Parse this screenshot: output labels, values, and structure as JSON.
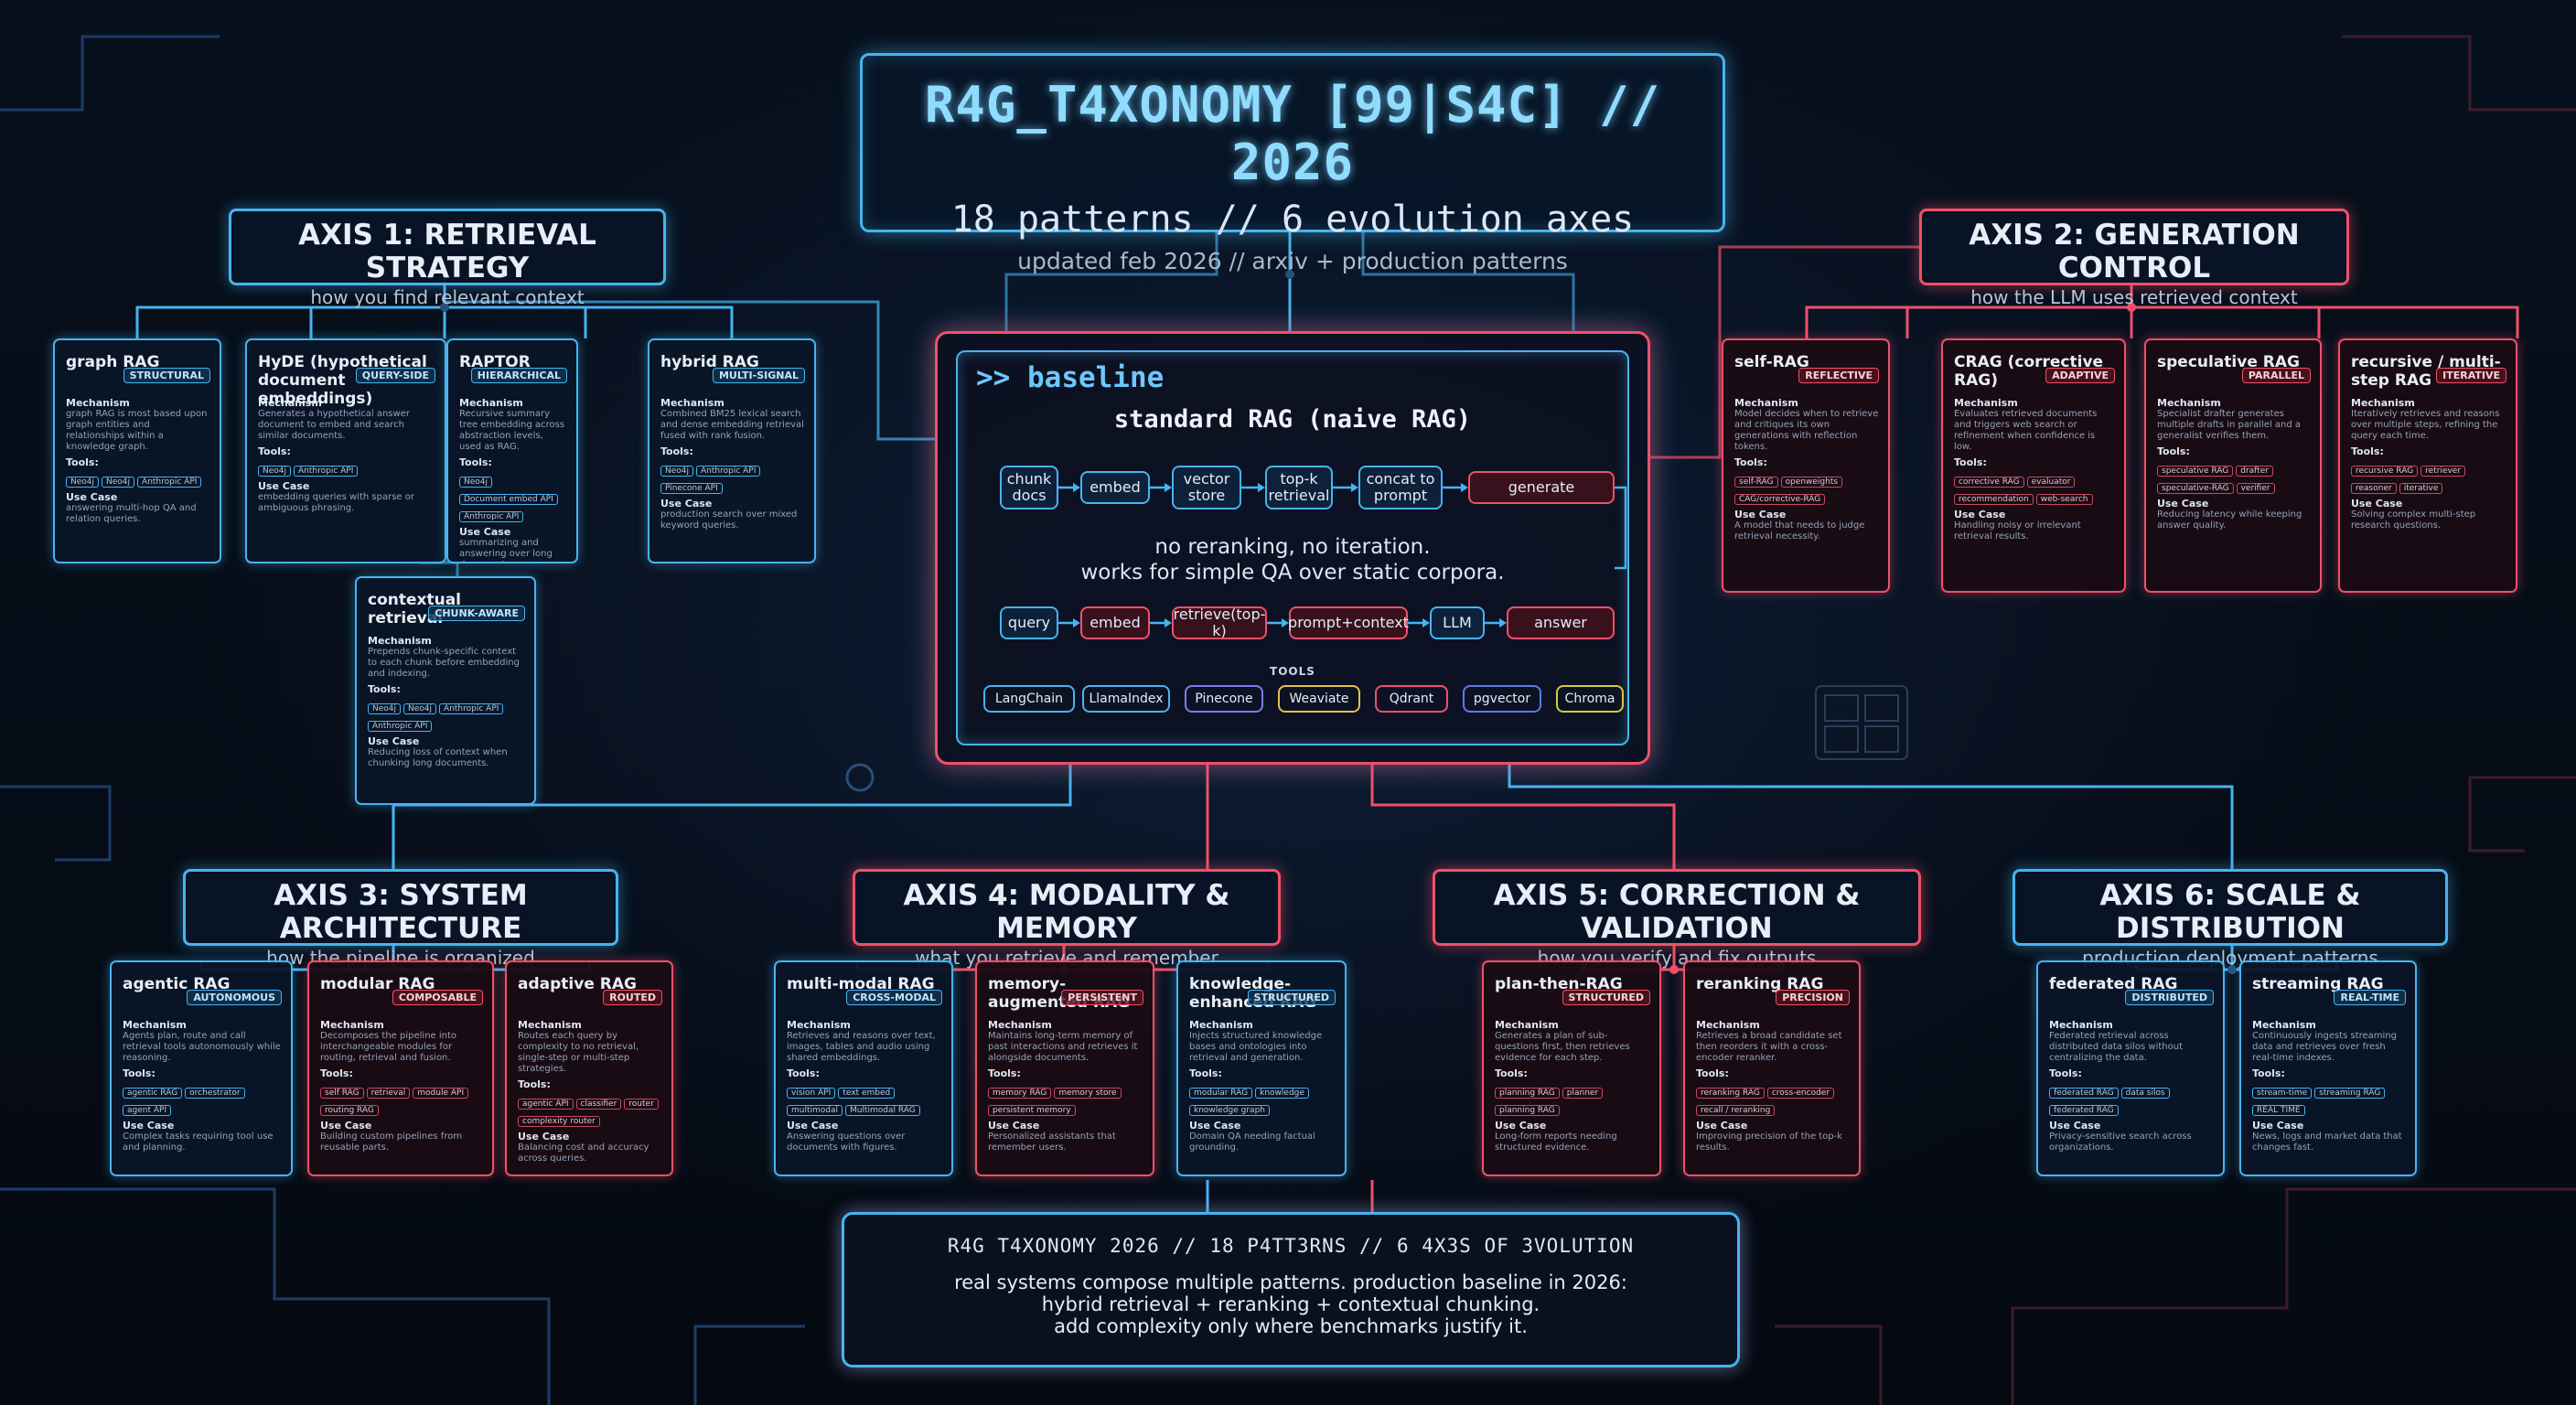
{
  "header": {
    "title": "R4G_T4XONOMY [99|S4C] // 2026",
    "subtitle": "18 patterns // 6 evolution axes",
    "updated": "updated feb 2026 // arxiv + production patterns"
  },
  "axes": [
    {
      "title": "AXIS 1: RETRIEVAL STRATEGY",
      "subtitle": "how you find relevant context",
      "color": "#46b4f0"
    },
    {
      "title": "AXIS 2: GENERATION CONTROL",
      "subtitle": "how the LLM uses retrieved context",
      "color": "#f0506a"
    },
    {
      "title": "AXIS 3: SYSTEM ARCHITECTURE",
      "subtitle": "how the pipeline is organized",
      "color": "#46b4f0"
    },
    {
      "title": "AXIS 4: MODALITY & MEMORY",
      "subtitle": "what you retrieve and remember",
      "color": "#f0506a"
    },
    {
      "title": "AXIS 5: CORRECTION & VALIDATION",
      "subtitle": "how you verify and fix outputs",
      "color": "#f0506a"
    },
    {
      "title": "AXIS 6: SCALE & DISTRIBUTION",
      "subtitle": "production deployment patterns",
      "color": "#46b4f0"
    }
  ],
  "labels": {
    "mechanism": "Mechanism",
    "tools": "Tools:",
    "use_case": "Use Case"
  },
  "cards": [
    {
      "title": "graph RAG",
      "badge": "STRUCTURAL",
      "mechanism": "graph RAG is most based upon graph entities and relationships within a knowledge graph.",
      "tools": [
        "Neo4j",
        "Neo4j",
        "Anthropic API"
      ],
      "use_case": "answering multi-hop QA and relation queries."
    },
    {
      "title": "HyDE (hypothetical document embeddings)",
      "badge": "QUERY-SIDE",
      "mechanism": "Generates a hypothetical answer document to embed and search similar documents.",
      "tools": [
        "Neo4j",
        "Anthropic API"
      ],
      "use_case": "embedding queries with sparse or ambiguous phrasing."
    },
    {
      "title": "RAPTOR",
      "badge": "HIERARCHICAL",
      "mechanism": "Recursive summary tree embedding across abstraction levels, used as RAG.",
      "tools": [
        "Neo4j",
        "Document embed API",
        "Anthropic API"
      ],
      "use_case": "summarizing and answering over long documents."
    },
    {
      "title": "hybrid RAG",
      "badge": "MULTI-SIGNAL",
      "mechanism": "Combined BM25 lexical search and dense embedding retrieval fused with rank fusion.",
      "tools": [
        "Neo4j",
        "Anthropic API",
        "Pinecone API"
      ],
      "use_case": "production search over mixed keyword queries."
    },
    {
      "title": "contextual retrieval",
      "badge": "CHUNK-AWARE",
      "mechanism": "Prepends chunk-specific context to each chunk before embedding and indexing.",
      "tools": [
        "Neo4j",
        "Neo4j",
        "Anthropic API",
        "Anthropic API"
      ],
      "use_case": "Reducing loss of context when chunking long documents."
    },
    {
      "title": "self-RAG",
      "badge": "REFLECTIVE",
      "mechanism": "Model decides when to retrieve and critiques its own generations with reflection tokens.",
      "tools": [
        "self-RAG",
        "openweights",
        "CAG/corrective-RAG"
      ],
      "use_case": "A model that needs to judge retrieval necessity."
    },
    {
      "title": "CRAG (corrective RAG)",
      "badge": "ADAPTIVE",
      "mechanism": "Evaluates retrieved documents and triggers web search or refinement when confidence is low.",
      "tools": [
        "corrective RAG",
        "evaluator",
        "recommendation",
        "web-search"
      ],
      "use_case": "Handling noisy or irrelevant retrieval results."
    },
    {
      "title": "speculative RAG",
      "badge": "PARALLEL",
      "mechanism": "Specialist drafter generates multiple drafts in parallel and a generalist verifies them.",
      "tools": [
        "speculative RAG",
        "drafter",
        "speculative-RAG",
        "verifier"
      ],
      "use_case": "Reducing latency while keeping answer quality."
    },
    {
      "title": "recursive / multi-step RAG",
      "badge": "ITERATIVE",
      "mechanism": "Iteratively retrieves and reasons over multiple steps, refining the query each time.",
      "tools": [
        "recursive RAG",
        "retriever",
        "reasoner",
        "iterative"
      ],
      "use_case": "Solving complex multi-step research questions."
    },
    {
      "title": "agentic RAG",
      "badge": "AUTONOMOUS",
      "mechanism": "Agents plan, route and call retrieval tools autonomously while reasoning.",
      "tools": [
        "agentic RAG",
        "orchestrator",
        "agent API"
      ],
      "use_case": "Complex tasks requiring tool use and planning."
    },
    {
      "title": "modular RAG",
      "badge": "COMPOSABLE",
      "mechanism": "Decomposes the pipeline into interchangeable modules for routing, retrieval and fusion.",
      "tools": [
        "self RAG",
        "retrieval",
        "module API",
        "routing RAG"
      ],
      "use_case": "Building custom pipelines from reusable parts."
    },
    {
      "title": "adaptive RAG",
      "badge": "ROUTED",
      "mechanism": "Routes each query by complexity to no retrieval, single-step or multi-step strategies.",
      "tools": [
        "agentic API",
        "classifier",
        "router",
        "complexity router"
      ],
      "use_case": "Balancing cost and accuracy across queries."
    },
    {
      "title": "multi-modal RAG",
      "badge": "CROSS-MODAL",
      "mechanism": "Retrieves and reasons over text, images, tables and audio using shared embeddings.",
      "tools": [
        "vision API",
        "text embed",
        "multimodal",
        "Multimodal RAG"
      ],
      "use_case": "Answering questions over documents with figures."
    },
    {
      "title": "memory-augmented RAG",
      "badge": "PERSISTENT",
      "mechanism": "Maintains long-term memory of past interactions and retrieves it alongside documents.",
      "tools": [
        "memory RAG",
        "memory store",
        "persistent memory"
      ],
      "use_case": "Personalized assistants that remember users."
    },
    {
      "title": "knowledge-enhanced RAG",
      "badge": "STRUCTURED",
      "mechanism": "Injects structured knowledge bases and ontologies into retrieval and generation.",
      "tools": [
        "modular RAG",
        "knowledge",
        "knowledge graph"
      ],
      "use_case": "Domain QA needing factual grounding."
    },
    {
      "title": "plan-then-RAG",
      "badge": "STRUCTURED",
      "mechanism": "Generates a plan of sub-questions first, then retrieves evidence for each step.",
      "tools": [
        "planning RAG",
        "planner",
        "planning RAG"
      ],
      "use_case": "Long-form reports needing structured evidence."
    },
    {
      "title": "reranking RAG",
      "badge": "PRECISION",
      "mechanism": "Retrieves a broad candidate set then reorders it with a cross-encoder reranker.",
      "tools": [
        "reranking RAG",
        "cross-encoder",
        "recall / reranking"
      ],
      "use_case": "Improving precision of the top-k results."
    },
    {
      "title": "federated RAG",
      "badge": "DISTRIBUTED",
      "mechanism": "Federated retrieval across distributed data silos without centralizing the data.",
      "tools": [
        "federated RAG",
        "data silos",
        "federated RAG"
      ],
      "use_case": "Privacy-sensitive search across organizations."
    },
    {
      "title": "streaming RAG",
      "badge": "REAL-TIME",
      "mechanism": "Continuously ingests streaming data and retrieves over fresh real-time indexes.",
      "tools": [
        "stream-time",
        "streaming RAG",
        "REAL TIME"
      ],
      "use_case": "News, logs and market data that changes fast."
    }
  ],
  "baseline": {
    "tag": ">> baseline",
    "title": "standard RAG (naive RAG)",
    "pipeline_top": [
      "chunk docs",
      "embed",
      "vector store",
      "top-k retrieval",
      "concat to prompt",
      "generate"
    ],
    "note_line1": "no reranking, no iteration.",
    "note_line2": "works for simple QA over static corpora.",
    "pipeline_bottom": [
      "query",
      "embed",
      "retrieve(top-k)",
      "prompt+context",
      "LLM",
      "answer"
    ],
    "tools_label": "TOOLS",
    "tools": [
      {
        "name": "LangChain",
        "color": "#46b4f0"
      },
      {
        "name": "LlamaIndex",
        "color": "#46b4f0"
      },
      {
        "name": "Pinecone",
        "color": "#7a7cf0"
      },
      {
        "name": "Weaviate",
        "color": "#e6c14a"
      },
      {
        "name": "Qdrant",
        "color": "#f0506a"
      },
      {
        "name": "pgvector",
        "color": "#5a7cf0"
      },
      {
        "name": "Chroma",
        "color": "#d8c840"
      }
    ]
  },
  "footer": {
    "title": "R4G T4XONOMY 2026 // 18 P4TT3RNS // 6 4X3S OF 3VOLUTION",
    "line1": "real systems compose multiple patterns. production baseline in 2026:",
    "line2": "hybrid retrieval + reranking + contextual chunking.",
    "line3": "add complexity only where benchmarks justify it."
  }
}
